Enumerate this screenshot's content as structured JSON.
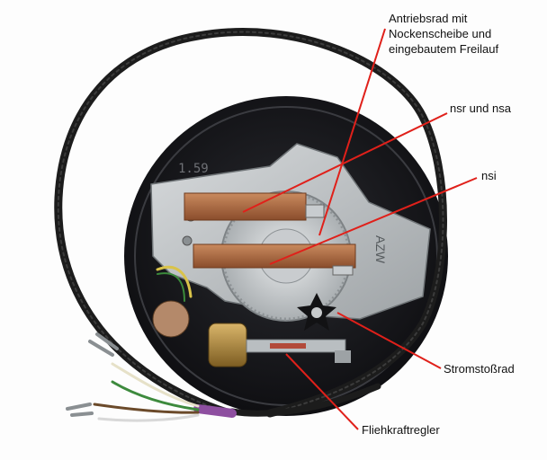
{
  "annotations": {
    "drive_wheel": {
      "lines": [
        "Antriebsrad mit",
        "Nockenscheibe und",
        "eingebautem Freilauf"
      ]
    },
    "nsr_nsa": "nsr und nsa",
    "nsi": "nsi",
    "pulse_wheel": "Stromstoßrad",
    "governor": "Fliehkraftregler"
  },
  "photo_marks": {
    "disc_number": "1.59",
    "plate_lettering": "AZW"
  },
  "colors": {
    "leader_line": "#e0201a",
    "background": "#fdfdfd",
    "disc": "#15161a",
    "cable": "#1c1c1c",
    "plate": "#b8bcbe",
    "copper": "#b06a42"
  }
}
